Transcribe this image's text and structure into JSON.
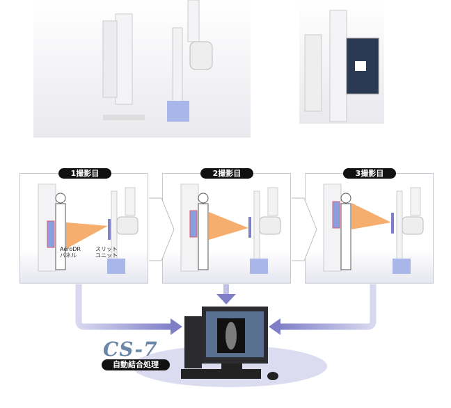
{
  "steps": [
    {
      "label": "1撮影目"
    },
    {
      "label": "2撮影目"
    },
    {
      "label": "3撮影目"
    }
  ],
  "annotations": {
    "panel_line1": "AeroDR",
    "panel_line2": "パネル",
    "slit_line1": "スリット",
    "slit_line2": "ユニット"
  },
  "software": {
    "logo": "CS-7",
    "process_label": "自動結合処理"
  },
  "colors": {
    "flow_arrow": "#7f7fc8",
    "beam": "#f39a4a",
    "accent_blue": "#8a9ee0"
  }
}
